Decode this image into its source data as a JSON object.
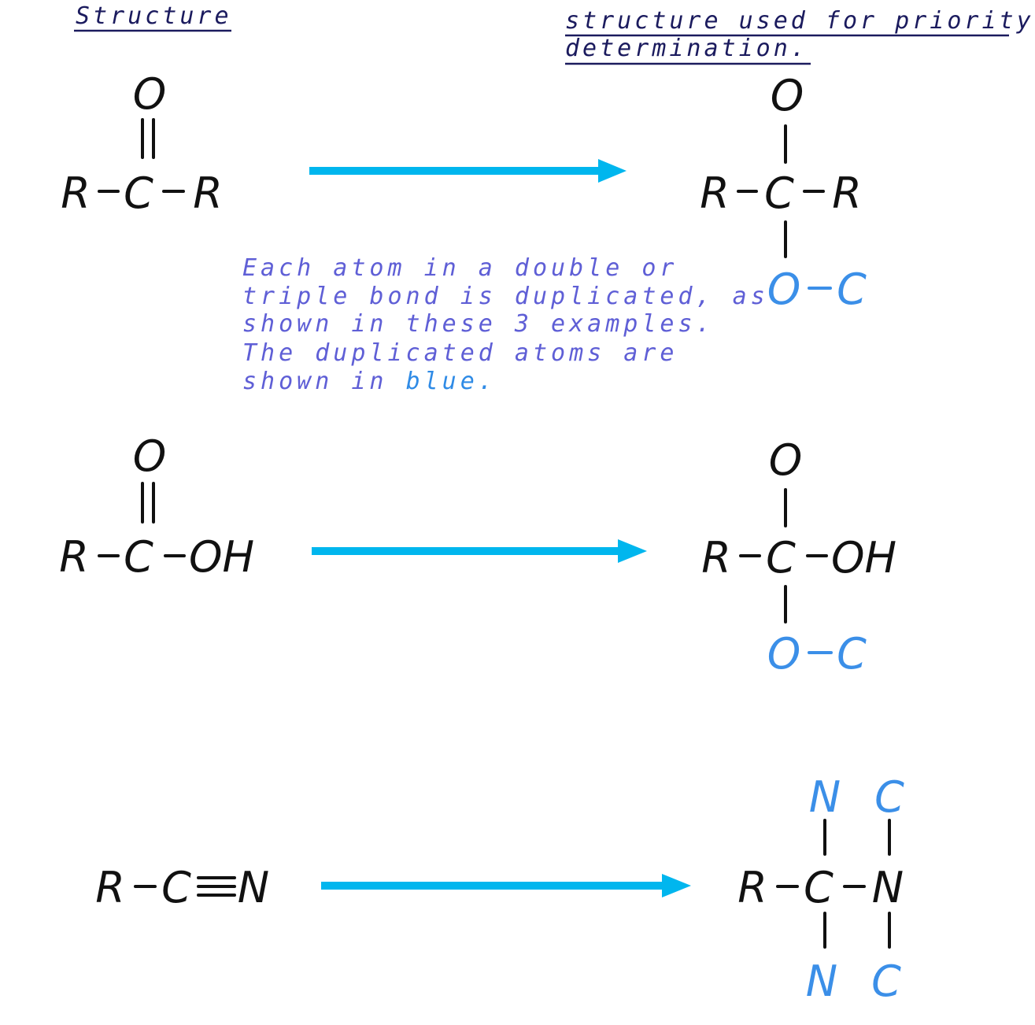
{
  "headers": {
    "left": "Structure",
    "right_line1": "structure used for priority",
    "right_line2": "determination."
  },
  "note": {
    "line1": "Each atom in a double or",
    "line2": "triple bond is duplicated, as",
    "line3": "shown in these 3 examples.",
    "line4": "The duplicated atoms are",
    "line5_prefix": "shown in ",
    "line5_blue": "blue."
  },
  "atoms": {
    "O": "O",
    "C": "C",
    "R": "R",
    "N": "N",
    "OH": "OH"
  },
  "colors": {
    "text_dark": "#111111",
    "header": "#1b1b5e",
    "note": "#5f5fd6",
    "duplicated_atom": "#3b8fe8",
    "arrow": "#00b6ee"
  }
}
